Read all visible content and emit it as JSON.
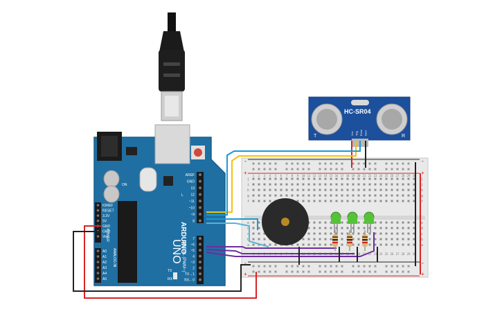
{
  "board": {
    "name": "ARDUINO",
    "model": "UNO",
    "power_label": "POWER",
    "analog_label": "ANALOG IN",
    "digital_label": "DIGITAL (PWM~)",
    "power_pins": [
      "IOREF",
      "RESET",
      "3.3V",
      "5V",
      "GND",
      "GND",
      "Vin"
    ],
    "analog_pins": [
      "A0",
      "A1",
      "A2",
      "A3",
      "A4",
      "A5"
    ],
    "header_top": [
      "AREF",
      "GND",
      "13",
      "12",
      "~11",
      "~10",
      "~9",
      "8"
    ],
    "header_bottom": [
      "7",
      "~6",
      "~5",
      "4",
      "~3",
      "2",
      "TX→1",
      "RX←0"
    ],
    "tx_label": "TX",
    "rx_label": "RX",
    "l_label": "L",
    "on_label": "ON",
    "color": "#1f6fa3"
  },
  "sensor": {
    "name": "HC-SR04",
    "pins": [
      "Vcc",
      "Trig",
      "Echo",
      "Gnd"
    ],
    "left_marker": "T",
    "right_marker": "R",
    "color": "#1c4f9c"
  },
  "breadboard": {
    "rail_plus": "+",
    "rail_minus": "-",
    "row_letters_top": [
      "j",
      "i",
      "h",
      "g",
      "f"
    ],
    "row_letters_bottom": [
      "e",
      "d",
      "c",
      "b",
      "a"
    ],
    "columns": [
      "1",
      "2",
      "3",
      "4",
      "5",
      "6",
      "7",
      "8",
      "9",
      "10",
      "11",
      "12",
      "13",
      "14",
      "15",
      "16",
      "17",
      "18",
      "19",
      "20",
      "21",
      "22",
      "23",
      "24",
      "25",
      "26",
      "27",
      "28",
      "29",
      "30"
    ]
  },
  "parts": {
    "led_color": "#55c23a",
    "buzzer_color": "#2a2a2a",
    "wire_colors": {
      "red": "#d62525",
      "black": "#222222",
      "yellow": "#f2c20c",
      "blue": "#1b9ad1",
      "light_blue": "#57b3d6",
      "purple": "#6b2e9c"
    }
  }
}
